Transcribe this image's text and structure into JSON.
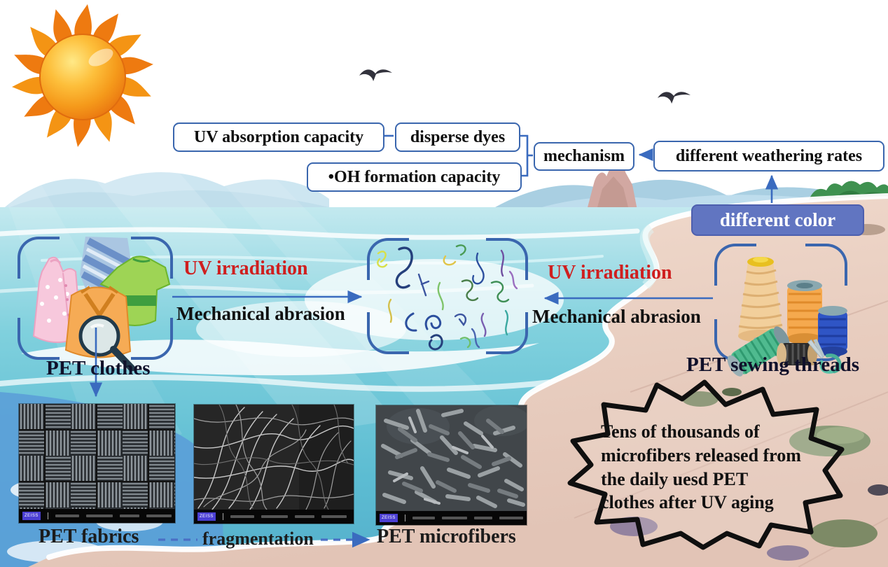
{
  "scene": {
    "type": "graphical-abstract",
    "background": "beach with ocean, sun and seagulls"
  },
  "colors": {
    "box_border": "#3a66ae",
    "box_bg": "#ffffff",
    "box_text": "#0d0d0d",
    "highlight_box_bg": "#6175c1",
    "highlight_box_text": "#ffffff",
    "uv_text": "#cf1f1f",
    "arrow_blue": "#3a6bbf",
    "label_text": "#10102a",
    "ocean_teal": "#6cc8d8",
    "sand": "#ecd3c5",
    "sun_orange": "#f59a1b"
  },
  "flow_boxes": {
    "uv_absorption": "UV absorption capacity",
    "disperse_dyes": "disperse dyes",
    "oh_formation": "•OH formation capacity",
    "mechanism": "mechanism",
    "weathering_rates": "different weathering rates",
    "different_color": "different color"
  },
  "process_left": {
    "uv": "UV irradiation",
    "abrasion": "Mechanical abrasion"
  },
  "process_right": {
    "uv": "UV irradiation",
    "abrasion": "Mechanical abrasion"
  },
  "item_labels": {
    "pet_clothes": "PET clothes",
    "pet_sewing_threads": "PET sewing threads"
  },
  "sem_row": {
    "pet_fabrics": "PET fabrics",
    "fragmentation": "fragmentation",
    "pet_microfibers": "PET microfibers",
    "watermark": "ZEISS"
  },
  "burst": {
    "lines": [
      "Tens of thousands of",
      "microfibers released from",
      "the daily uesd PET",
      "clothes after UV aging"
    ]
  },
  "icons": {
    "sun": "sun-icon",
    "seagull": "seagull-icon",
    "magnifier": "magnifier-icon",
    "clothes": "clothes-illustration",
    "threads": "thread-spools-illustration",
    "microfibers": "microfiber-squiggles",
    "scissors": "thread-snips-icon"
  }
}
